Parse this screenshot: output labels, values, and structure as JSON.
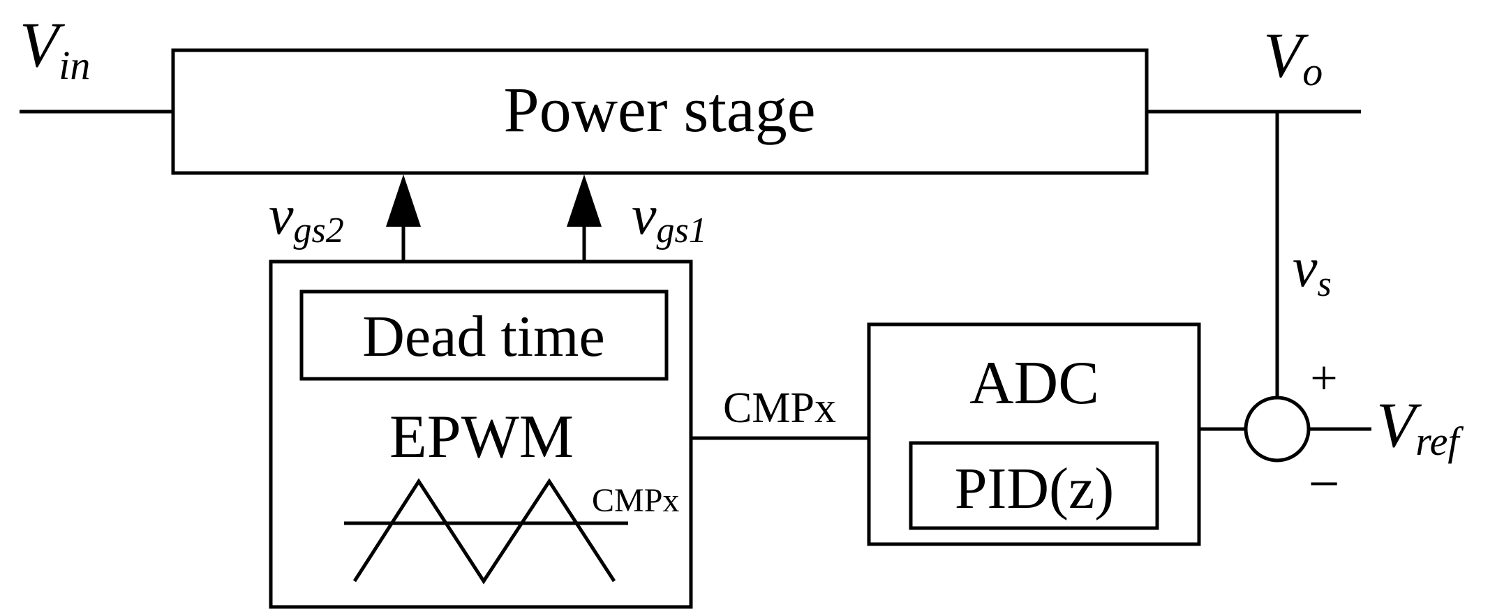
{
  "diagram": {
    "power_stage": {
      "label": "Power stage"
    },
    "input": {
      "symbol": "V",
      "subscript": "in"
    },
    "output": {
      "symbol": "V",
      "subscript": "o"
    },
    "gate1": {
      "symbol": "v",
      "subscript": "gs1"
    },
    "gate2": {
      "symbol": "v",
      "subscript": "gs2"
    },
    "sense": {
      "symbol": "v",
      "subscript": "s"
    },
    "reference": {
      "symbol": "V",
      "subscript": "ref"
    },
    "epwm_block": {
      "dead_time_label": "Dead time",
      "epwm_label": "EPWM",
      "compare_label": "CMPx"
    },
    "link_label": "CMPx",
    "adc_block": {
      "adc_label": "ADC",
      "pid_label": "PID(z)"
    },
    "summer": {
      "plus": "+",
      "minus": "−"
    }
  }
}
